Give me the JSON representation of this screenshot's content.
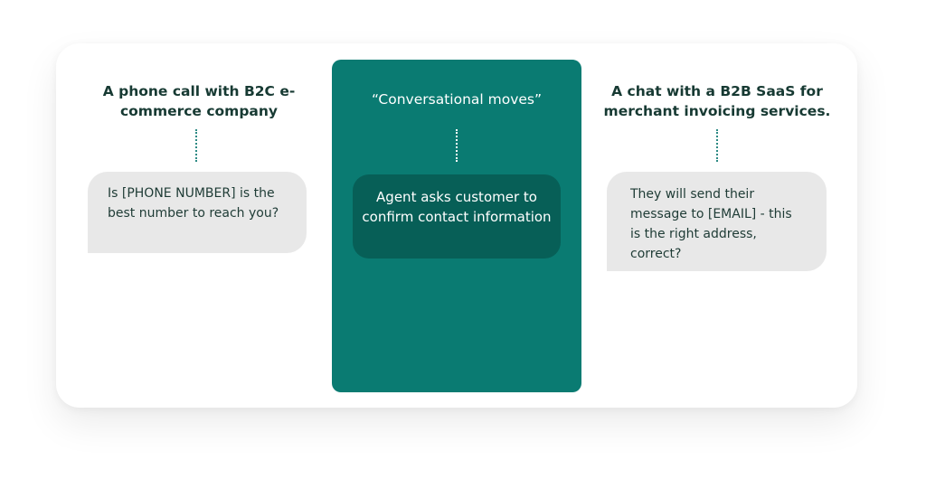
{
  "colors": {
    "panel_teal": "#0a7b72",
    "inner_box_teal": "#075f57",
    "bubble_gray": "#e8e8e8",
    "title_text": "#173a33",
    "dotted_line": "#2d8a84"
  },
  "left_column": {
    "title": "A phone call with B2C e-commerce company",
    "bubble_text": "Is [PHONE NUMBER] is the best number to reach you?"
  },
  "center_column": {
    "title": "“Conversational moves”",
    "box_text": "Agent asks customer to confirm contact information"
  },
  "right_column": {
    "title": "A chat with a B2B SaaS for merchant invoicing services.",
    "bubble_text": "They will send their message to [EMAIL] - this is the right address, correct?"
  }
}
